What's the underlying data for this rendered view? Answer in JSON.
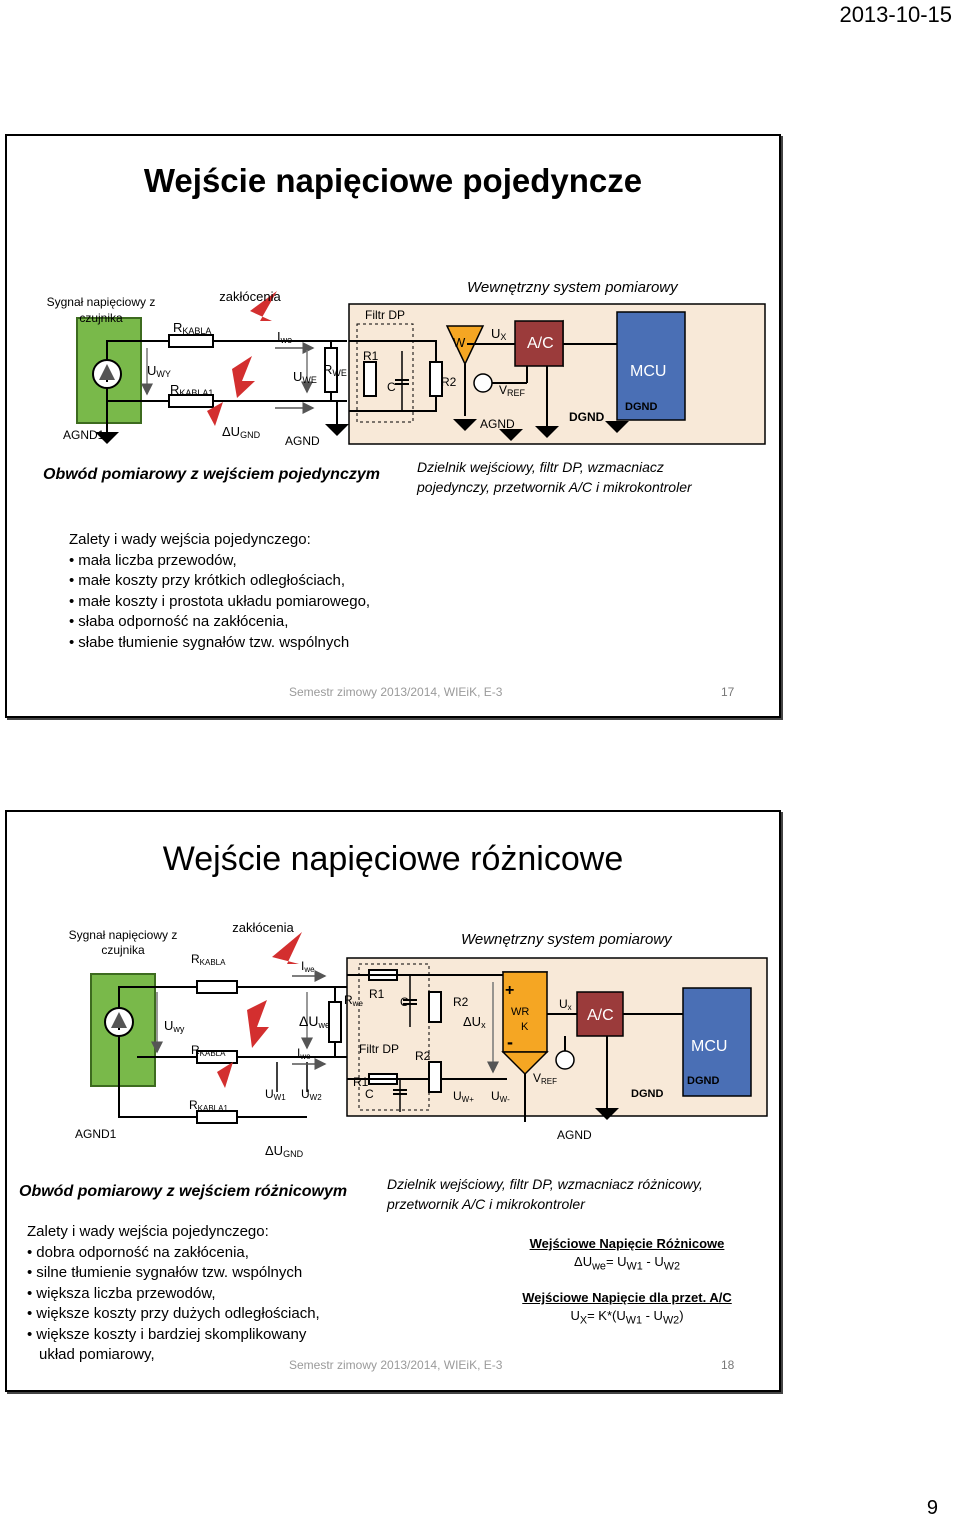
{
  "header": {
    "date": "2013-10-15"
  },
  "page_number": "9",
  "slide1": {
    "title": "Wejście napięciowe pojedyncze",
    "labels": {
      "sensor": [
        "Sygnał napięciowy z",
        "czujnika"
      ],
      "noise": "zakłócenia",
      "rkabla": "R",
      "rkabla_sub": "KABLA",
      "rkabla1": "R",
      "rkabla1_sub": "KABLA1",
      "uwy": "U",
      "uwy_sub": "WY",
      "iwe": "I",
      "iwe_sub": "we",
      "uwe": "U",
      "uwe_sub": "WE",
      "rwe": "R",
      "rwe_sub": "WE",
      "dugnd": "ΔU",
      "dugnd_sub": "GND",
      "agnd1": "AGND1",
      "agnd": "AGND",
      "filter": "Filtr DP",
      "r1": "R1",
      "c": "C",
      "r2": "R2",
      "system": "Wewnętrzny system pomiarowy",
      "w": "W",
      "ux": "U",
      "ux_sub": "X",
      "ac": "A/C",
      "vref": "V",
      "vref_sub": "REF",
      "agnd2": "AGND",
      "dgnd": "DGND",
      "mcu": "MCU",
      "dgnd2": "DGND"
    },
    "caption_left": "Obwód pomiarowy z wejściem pojedynczym",
    "caption_right": [
      "Dzielnik wejściowy, filtr DP, wzmacniacz",
      "pojedynczy, przetwornik A/C i mikrokontroler"
    ],
    "list_title": "Zalety i wady wejścia pojedynczego:",
    "list": [
      "mała liczba przewodów,",
      "małe koszty przy krótkich odległościach,",
      "małe koszty i prostota układu pomiarowego,",
      "słaba odporność na zakłócenia,",
      "słabe tłumienie sygnałów tzw. wspólnych"
    ],
    "footer": "Semestr zimowy 2013/2014, WIEiK, E-3",
    "number": "17"
  },
  "slide2": {
    "title": "Wejście napięciowe różnicowe",
    "labels": {
      "sensor": [
        "Sygnał napięciowy z",
        "czujnika"
      ],
      "noise": "zakłócenia",
      "rkabla_a": "R",
      "rkabla_b": "R",
      "rkabla_sub": "KABLA",
      "rkabla1": "R",
      "rkabla1_sub": "KABLA1",
      "uwy": "U",
      "uwy_sub": "wy",
      "iwe_a": "I",
      "iwe_b": "I",
      "iwe_sub": "we",
      "duwe": "ΔU",
      "duwe_sub": "we",
      "rwe": "R",
      "rwe_sub": "we",
      "uw1": "U",
      "uw1_sub": "W1",
      "uw2": "U",
      "uw2_sub": "W2",
      "agnd1": "AGND1",
      "dugnd": "ΔU",
      "dugnd_sub": "GND",
      "r1a": "R1",
      "r1b": "R1",
      "ca": "C",
      "cb": "C",
      "filter": "Filtr DP",
      "r2a": "R2",
      "r2b": "R2",
      "dux": "ΔU",
      "dux_sub": "x",
      "uwp": "U",
      "uwp_sub": "W+",
      "uwm": "U",
      "uwm_sub": "W-",
      "system": "Wewnętrzny system pomiarowy",
      "plus": "+",
      "minus": "-",
      "wrk": [
        "WR",
        "K"
      ],
      "ux": "U",
      "ux_sub": "x",
      "ac": "A/C",
      "vref": "V",
      "vref_sub": "REF",
      "dgnd": "DGND",
      "agnd": "AGND",
      "mcu": "MCU",
      "dgnd2": "DGND"
    },
    "caption_left": "Obwód pomiarowy z wejściem różnicowym",
    "caption_right": [
      "Dzielnik wejściowy, filtr DP, wzmacniacz różnicowy,",
      "przetwornik A/C i mikrokontroler"
    ],
    "list_title": "Zalety i wady wejścia pojedynczego:",
    "list": [
      "dobra odporność na zakłócenia,",
      "silne tłumienie sygnałów tzw. wspólnych",
      "większa liczba przewodów,",
      "większe koszty przy dużych odległościach,",
      "większe koszty i bardziej skomplikowany"
    ],
    "list_tail": "układ pomiarowy,",
    "eq1_title": "Wejściowe Napięcie Różnicowe",
    "eq1": {
      "a": "ΔU",
      "a_sub": "we",
      "b": "= U",
      "b_sub": "W1",
      "c": " - U",
      "c_sub": "W2"
    },
    "eq2_title": "Wejściowe Napięcie dla przet. A/C",
    "eq2": {
      "a": "U",
      "a_sub": "X",
      "b": "= K*(U",
      "b_sub": "W1",
      "c": " - U",
      "c_sub": "W2",
      "d": ")"
    },
    "footer": "Semestr zimowy 2013/2014, WIEiK, E-3",
    "number": "18"
  },
  "colors": {
    "green": "#79b94a",
    "orange": "#f5a623",
    "red": "#cc1f1f",
    "ac_brown": "#9b3b3b",
    "mcu_blue": "#4a6fb5",
    "panel": "#f8e9d8",
    "bolt": "#d32f2f"
  }
}
